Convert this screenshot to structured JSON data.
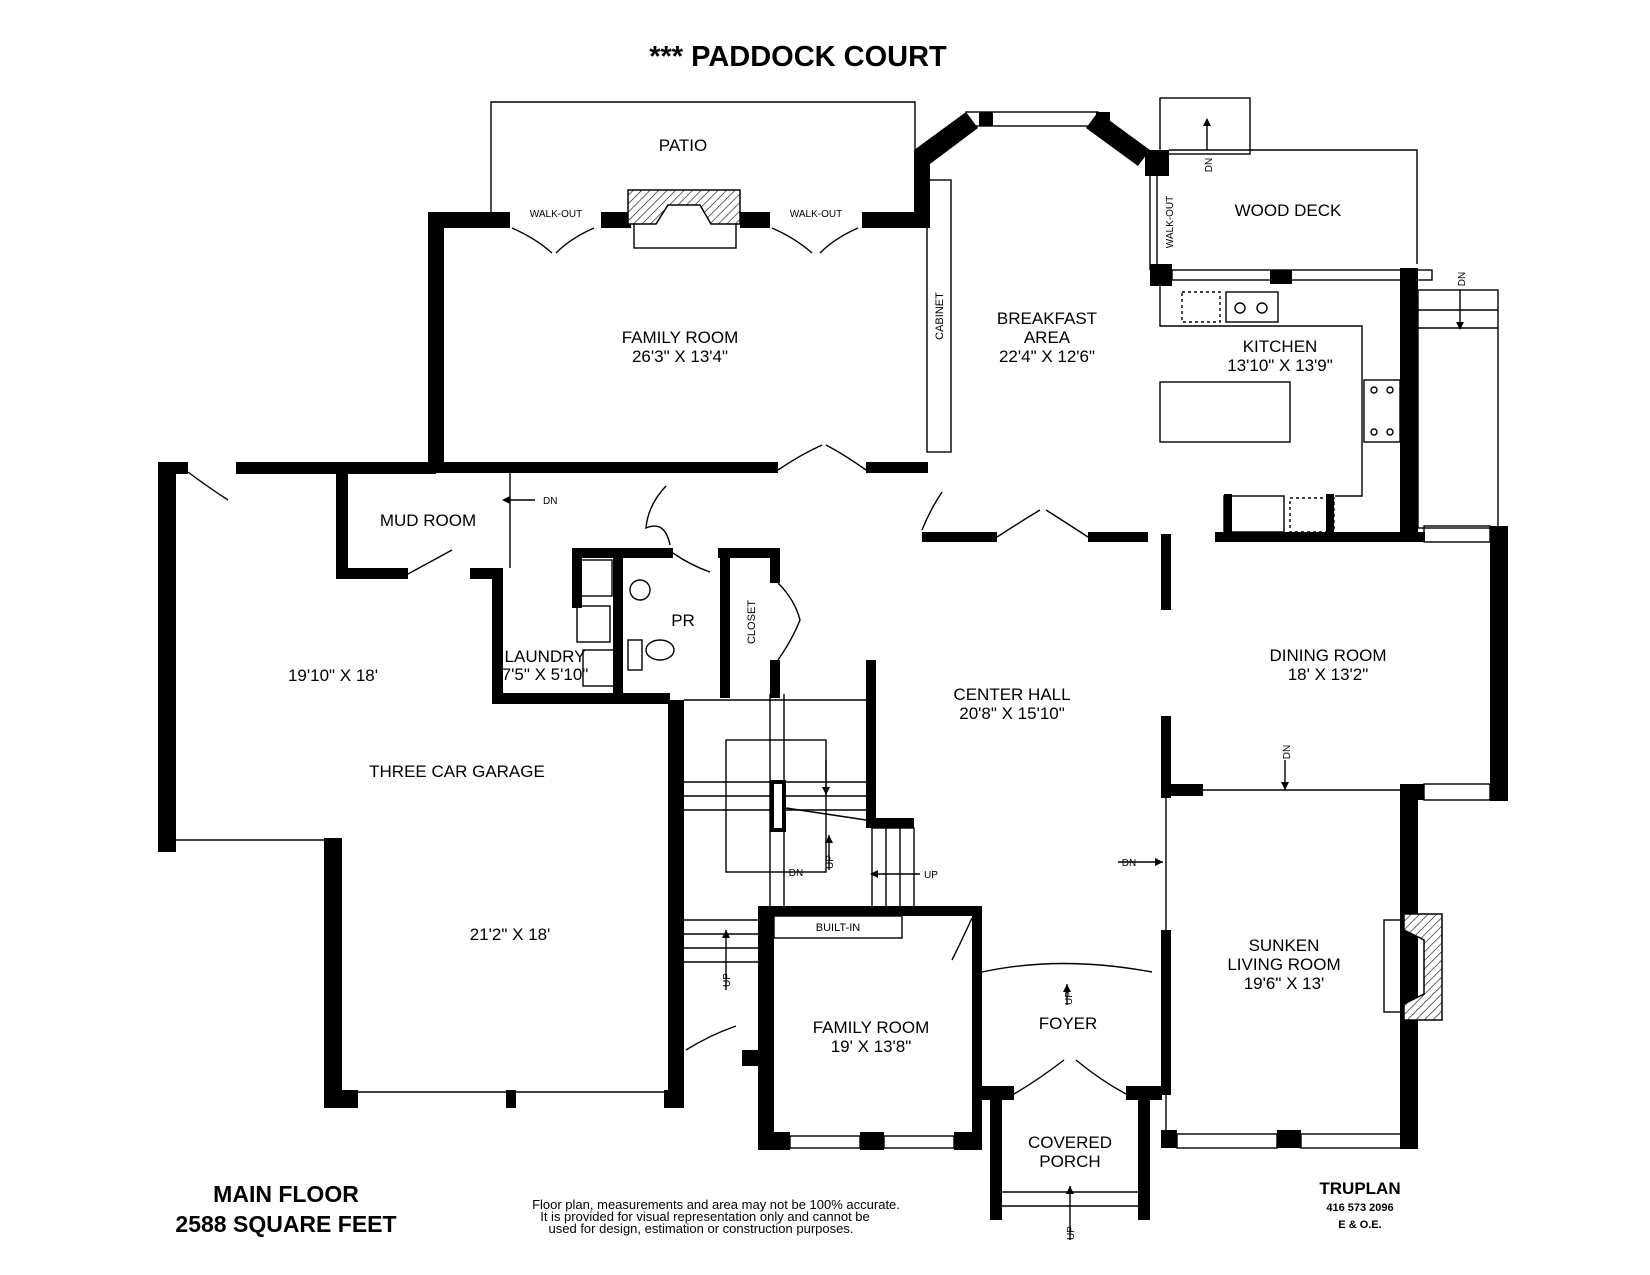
{
  "title": "*** PADDOCK COURT",
  "rooms": {
    "patio": "PATIO",
    "walkout_left": "WALK-OUT",
    "walkout_right": "WALK-OUT",
    "walkout_side": "WALK-OUT",
    "wood_deck": "WOOD DECK",
    "family_room_upper_name": "FAMILY ROOM",
    "family_room_upper_dim": "26'3\" X 13'4\"",
    "cabinet": "CABINET",
    "breakfast_name_1": "BREAKFAST",
    "breakfast_name_2": "AREA",
    "breakfast_dim": "22'4\" X 12'6\"",
    "kitchen_name": "KITCHEN",
    "kitchen_dim": "13'10\" X 13'9\"",
    "mud_room": "MUD ROOM",
    "pr": "PR",
    "closet": "CLOSET",
    "laundry_name": "LAUNDRY",
    "laundry_dim": "7'5\" X 5'10\"",
    "garage_dim_upper": "19'10\" X 18'",
    "garage_name": "THREE CAR GARAGE",
    "garage_dim_lower": "21'2\" X 18'",
    "center_hall_name": "CENTER HALL",
    "center_hall_dim": "20'8\" X 15'10\"",
    "dining_name": "DINING ROOM",
    "dining_dim": "18' X 13'2\"",
    "built_in": "BUILT-IN",
    "family_room_lower_name": "FAMILY ROOM",
    "family_room_lower_dim": "19' X 13'8\"",
    "foyer": "FOYER",
    "covered_porch_1": "COVERED",
    "covered_porch_2": "PORCH",
    "living_name_1": "SUNKEN",
    "living_name_2": "LIVING ROOM",
    "living_dim": "19'6\" X 13'"
  },
  "stairs": {
    "dn_deck": "DN",
    "dn_deck_side": "DN",
    "dn_mud": "DN",
    "up_main": "UP",
    "dn_main": "DN",
    "up_short": "UP",
    "up_left": "UP",
    "up_foyer": "UP",
    "dn_dining": "DN",
    "dn_living": "DN",
    "up_porch": "UP"
  },
  "footer": {
    "floor_name": "MAIN FLOOR",
    "floor_area": "2588 SQUARE FEET",
    "disclaimer_1": "Floor plan, measurements and area may not be 100% accurate.",
    "disclaimer_2": "It is provided for visual representation only and cannot be",
    "disclaimer_3": "used for design, estimation or construction purposes.",
    "brand": "TRUPLAN",
    "phone": "416 573 2096",
    "eoe": "E & O.E."
  }
}
